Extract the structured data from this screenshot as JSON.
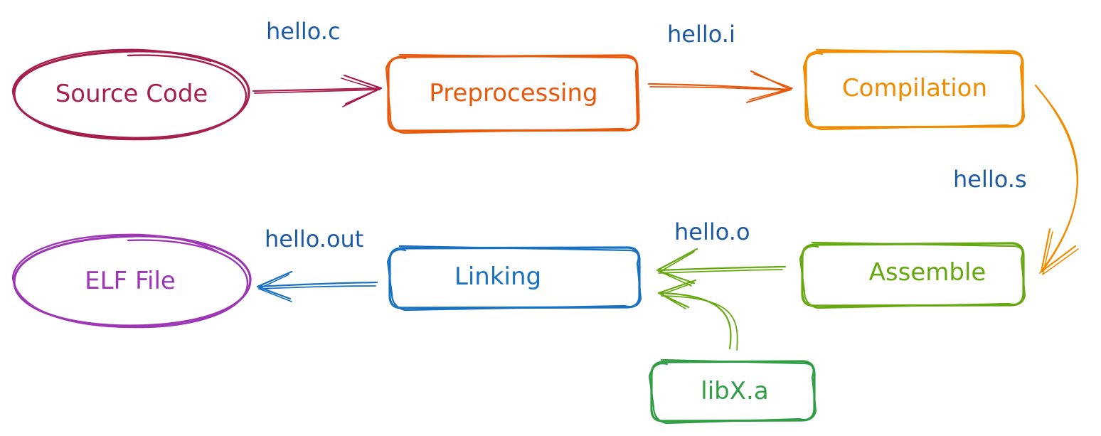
{
  "nodes": {
    "source_code": {
      "label": "Source Code",
      "shape": "ellipse",
      "color": "#a61e4d"
    },
    "preprocessing": {
      "label": "Preprocessing",
      "shape": "rounded-rect",
      "color": "#e8590c"
    },
    "compilation": {
      "label": "Compilation",
      "shape": "rounded-rect",
      "color": "#f08c00"
    },
    "assemble": {
      "label": "Assemble",
      "shape": "rounded-rect",
      "color": "#66a80f"
    },
    "linking": {
      "label": "Linking",
      "shape": "rounded-rect",
      "color": "#1971c2"
    },
    "elf_file": {
      "label": "ELF File",
      "shape": "ellipse",
      "color": "#9c36b5"
    },
    "libx": {
      "label": "libX.a",
      "shape": "rounded-rect",
      "color": "#2f9e44"
    }
  },
  "edges": {
    "source_to_preprocessing": {
      "label": "hello.c",
      "color": "#a61e4d"
    },
    "preprocessing_to_compilation": {
      "label": "hello.i",
      "color": "#e8590c"
    },
    "compilation_to_assemble": {
      "label": "hello.s",
      "color": "#f08c00"
    },
    "assemble_to_linking": {
      "label": "hello.o",
      "color": "#66a80f"
    },
    "libx_to_linking": {
      "label": "",
      "color": "#66a80f"
    },
    "linking_to_elf": {
      "label": "hello.out",
      "color": "#1971c2"
    }
  },
  "label_color": "#1c5aa6"
}
